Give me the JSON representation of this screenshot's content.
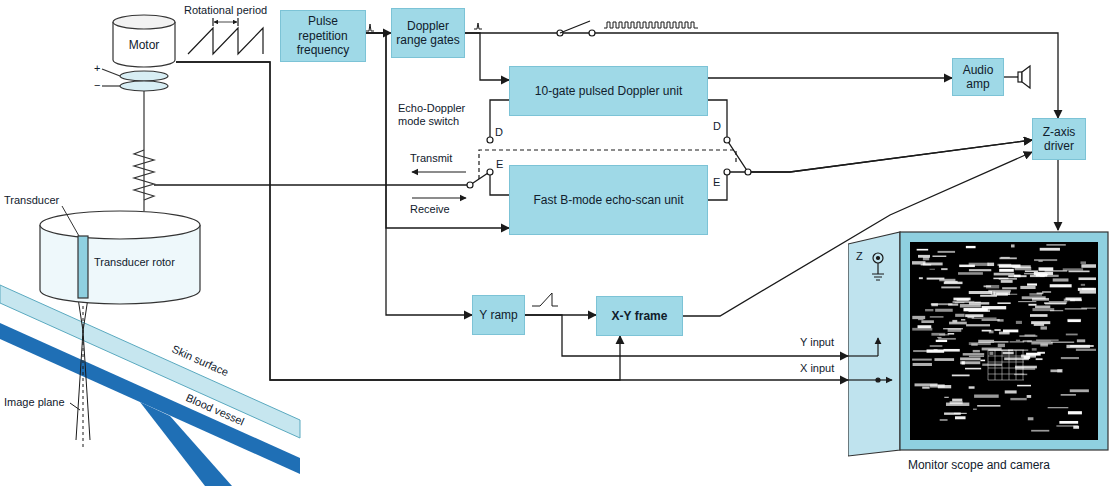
{
  "diagram": {
    "nodes": [
      {
        "text": [
          "Pulse repetition frequency"
        ]
      },
      {
        "text": [
          "Doppler range gates"
        ]
      },
      {
        "text": [
          "10-gate pulsed Doppler unit"
        ]
      },
      {
        "text": [
          "Audio amp"
        ]
      },
      {
        "text": [
          "Z-axis driver"
        ]
      },
      {
        "text": [
          "Fast B-mode echo-scan unit"
        ]
      },
      {
        "text": [
          "Y ramp"
        ]
      },
      {
        "text": [
          "X-Y frame"
        ]
      },
      {
        "text": [
          "Motor"
        ]
      },
      {
        "text": [
          "Monitor scope and camera"
        ]
      }
    ],
    "edges": [
      {
        "from": 0,
        "to": 1,
        "arrow": "to"
      },
      {
        "from": 0,
        "to": 5,
        "arrow": "to"
      },
      {
        "from": 0,
        "to": 6,
        "arrow": "to"
      },
      {
        "from": 1,
        "to": 2,
        "arrow": "to"
      },
      {
        "from": 1,
        "to": 4,
        "arrow": "to"
      },
      {
        "from": 2,
        "to": 3,
        "arrow": "to"
      },
      {
        "from": 2,
        "to": 4,
        "arrow": "to"
      },
      {
        "from": 5,
        "to": 4,
        "arrow": "to"
      },
      {
        "from": 4,
        "to": 9,
        "arrow": "to"
      },
      {
        "from": 6,
        "to": 7,
        "arrow": "to"
      },
      {
        "from": 6,
        "to": 9,
        "arrow": "to"
      },
      {
        "from": 8,
        "to": 7,
        "arrow": "to"
      },
      {
        "from": 8,
        "to": 9,
        "arrow": "to"
      },
      {
        "from": 7,
        "to": 4,
        "arrow": "to"
      }
    ],
    "labels": [
      "Rotational period",
      "+",
      "−",
      "Transducer",
      "Transducer rotor",
      "Skin surface",
      "Blood vessel",
      "Image plane",
      "Echo-Doppler mode switch",
      "Transmit",
      "Receive",
      "D",
      "E",
      "D",
      "E",
      "Z",
      "Y input",
      "X input"
    ]
  }
}
